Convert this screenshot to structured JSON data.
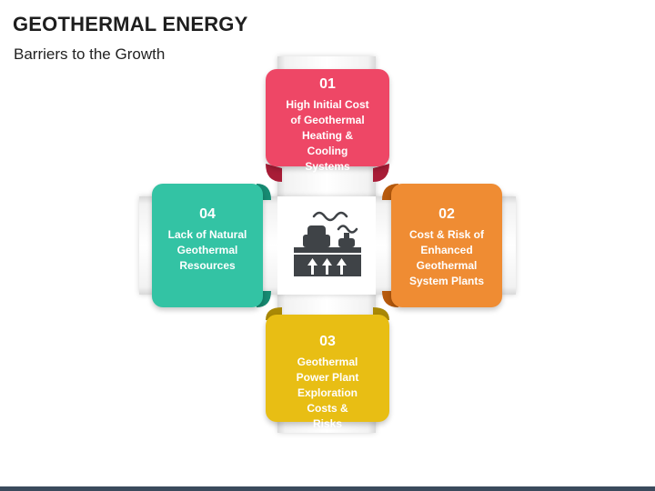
{
  "header": {
    "title": "GEOTHERMAL ENERGY",
    "subtitle": "Barriers to the Growth"
  },
  "center": {
    "icon": "geothermal-plant-icon"
  },
  "cards": [
    {
      "number": "01",
      "text": "High Initial Cost of Geothermal Heating & Cooling Systems",
      "color": "#ee4766",
      "dark": "#a81d37"
    },
    {
      "number": "02",
      "text": "Cost & Risk of Enhanced Geothermal System Plants",
      "color": "#ef8c33",
      "dark": "#b75a0d"
    },
    {
      "number": "03",
      "text": "Geothermal Power Plant Exploration Costs & Risks",
      "color": "#e8be14",
      "dark": "#a98806"
    },
    {
      "number": "04",
      "text": "Lack of Natural Geothermal Resources",
      "color": "#33c3a4",
      "dark": "#178a72"
    }
  ]
}
